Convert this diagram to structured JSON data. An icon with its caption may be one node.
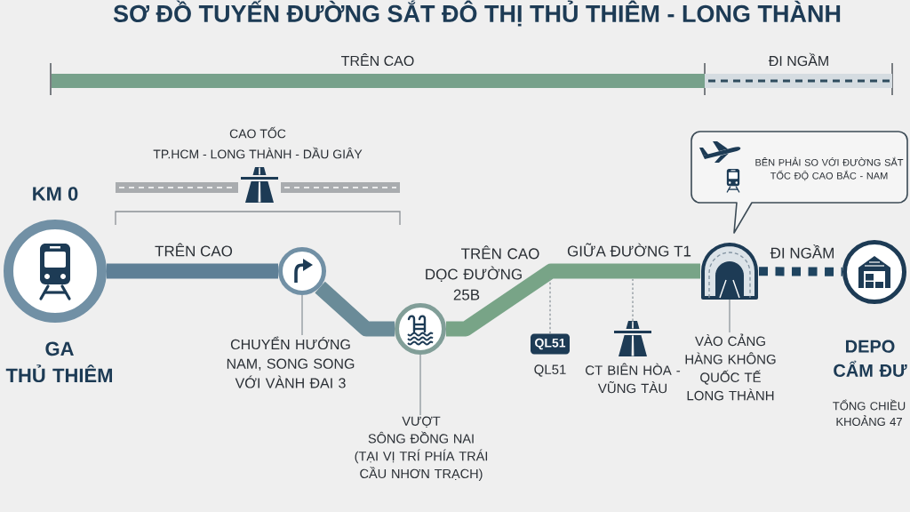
{
  "diagram": {
    "title": "SƠ ĐỒ TUYẾN ĐƯỜNG SẮT ĐÔ THỊ THỦ THIÊM - LONG THÀNH",
    "nodes": [
      {
        "text": [
          "TRÊN CAO"
        ]
      },
      {
        "text": [
          "ĐI NGẦM"
        ]
      },
      {
        "text": [
          "KM 0",
          "GA THỦ THIÊM"
        ]
      },
      {
        "text": [],
        "shape": "circle"
      },
      {
        "text": [
          "CHUYỂN HƯỚNG NAM, SONG SONG VỚI VÀNH ĐAI 3"
        ]
      },
      {
        "text": [],
        "shape": "circle"
      },
      {
        "text": [
          "VƯỢT SÔNG ĐỒNG NAI (TẠI VỊ TRÍ PHÍA TRÁI CẦU NHƠN TRẠCH)"
        ]
      },
      {
        "text": [
          "QL51"
        ],
        "beside": [
          "QL51"
        ]
      },
      {
        "text": [
          "CT BIÊN HÒA - VŨNG TÀU"
        ]
      },
      {
        "text": [],
        "shape": "picture"
      },
      {
        "text": [
          "VÀO CẢNG HÀNG KHÔNG QUỐC TẾ LONG THÀNH"
        ]
      },
      {
        "text": [
          "BÊN PHẢI SO VỚI ĐƯỜNG SẮT TỐC ĐỘ CAO BẮC - NAM"
        ]
      },
      {
        "text": [
          "DEPO CẨM ĐƯ"
        ]
      }
    ],
    "edges": [
      {
        "from": 2,
        "to": 3,
        "arrow": "none",
        "label": "TRÊN CAO",
        "style": "thick",
        "color": "#5e7f96"
      },
      {
        "from": 3,
        "to": 5,
        "arrow": "none",
        "style": "thick",
        "color": "#6a8b98"
      },
      {
        "from": 5,
        "to": 9,
        "arrow": "none",
        "label": "TRÊN CAO DỌC ĐƯỜNG 25B",
        "style": "thick",
        "color": "#78a487"
      },
      {
        "from": 9,
        "to": 12,
        "arrow": "none",
        "label": "ĐI NGẦM",
        "style": "dashed",
        "color": "#1f4460"
      },
      {
        "from": 4,
        "to": 3,
        "arrow": "none"
      },
      {
        "from": 6,
        "to": 5,
        "arrow": "none"
      },
      {
        "from": 7,
        "to": null,
        "arrow": "none",
        "style": "dashed"
      },
      {
        "from": 8,
        "to": null,
        "arrow": "none",
        "style": "dashed"
      },
      {
        "from": 10,
        "to": 9,
        "arrow": "none"
      }
    ],
    "labels": [
      "CAO TỐC",
      "TP.HCM - LONG THÀNH - DẦU GIÂY",
      "GIỮA ĐƯỜNG T1",
      "TỔNG CHIỀU KHOẢNG 47"
    ]
  }
}
